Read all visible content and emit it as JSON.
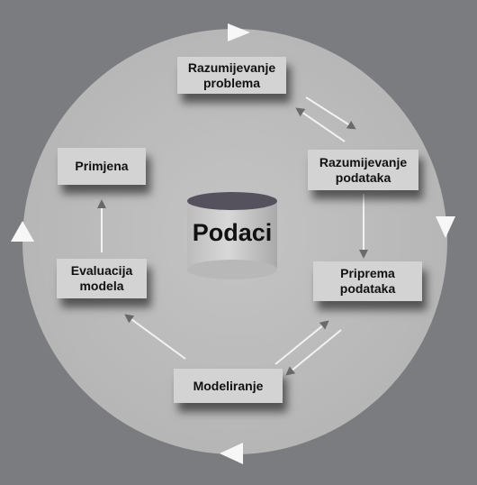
{
  "colors": {
    "background": "#7b7c7f",
    "circle": "#bebebe",
    "box": "#d3d3d3",
    "cylinder_top": "#55525e",
    "arrow": "#f2f2f2"
  },
  "center": {
    "label": "Podaci"
  },
  "stages": {
    "razumijevanje_problema": [
      "Razumijevanje",
      "problema"
    ],
    "razumijevanje_podataka": [
      "Razumijevanje",
      "podataka"
    ],
    "priprema_podataka": [
      "Priprema",
      "podataka"
    ],
    "modeliranje": [
      "Modeliranje"
    ],
    "evaluacija_modela": [
      "Evaluacija",
      "modela"
    ],
    "primjena": [
      "Primjena"
    ]
  }
}
